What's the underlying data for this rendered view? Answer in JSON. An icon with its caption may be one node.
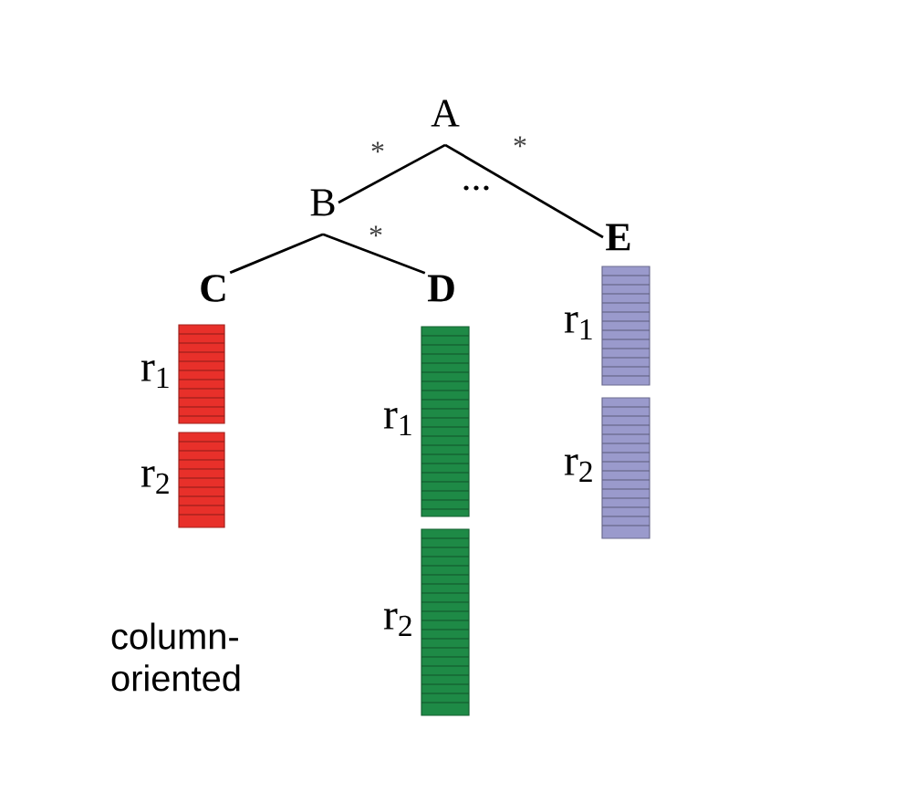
{
  "diagram": {
    "nodes": [
      {
        "text": [
          "A"
        ]
      },
      {
        "text": [
          "B"
        ]
      },
      {
        "text": [
          "C"
        ]
      },
      {
        "text": [
          "D"
        ]
      },
      {
        "text": [
          "E"
        ]
      },
      {
        "text": [],
        "shape": "bar",
        "beside": [
          "r$_{1}$"
        ]
      },
      {
        "text": [],
        "shape": "bar",
        "beside": [
          "r$_{2}$"
        ]
      },
      {
        "text": [],
        "shape": "bar",
        "beside": [
          "r$_{1}$"
        ]
      },
      {
        "text": [],
        "shape": "bar",
        "beside": [
          "r$_{2}$"
        ]
      },
      {
        "text": [],
        "shape": "bar",
        "beside": [
          "r$_{1}$"
        ]
      },
      {
        "text": [],
        "shape": "bar",
        "beside": [
          "r$_{2}$"
        ]
      }
    ],
    "edges": [
      {
        "from": 0,
        "to": 1,
        "arrow": "none",
        "label": "*"
      },
      {
        "from": 0,
        "to": 4,
        "arrow": "none",
        "label": "*"
      },
      {
        "from": 1,
        "to": 2,
        "arrow": "none"
      },
      {
        "from": 1,
        "to": 3,
        "arrow": "none",
        "label": "*"
      }
    ],
    "labels": [
      "...",
      "column-oriented"
    ]
  }
}
